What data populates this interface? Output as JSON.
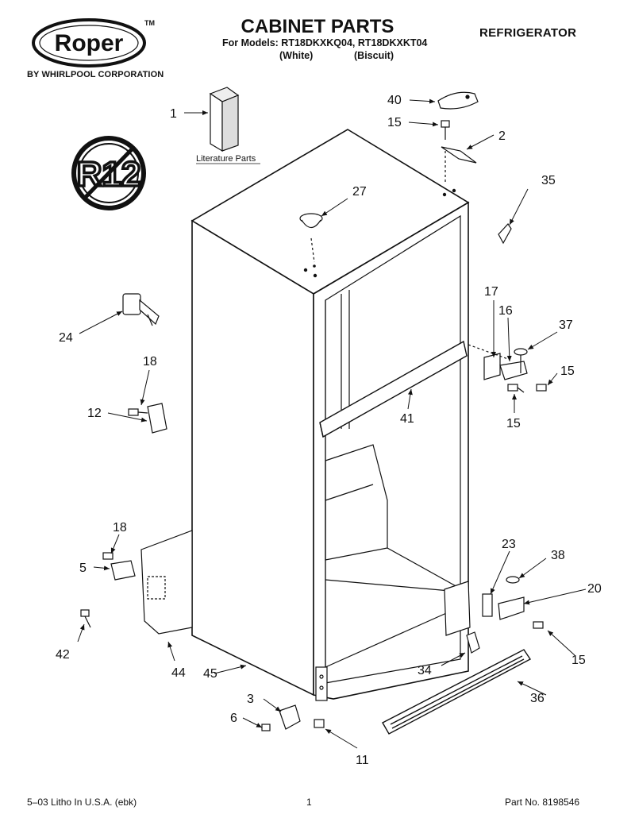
{
  "header": {
    "brand": "Roper",
    "trademark": "TM",
    "brand_subtitle": "BY WHIRLPOOL CORPORATION",
    "title": "CABINET PARTS",
    "models": "For Models: RT18DKXKQ04, RT18DKXKT04",
    "variant_1": "(White)",
    "variant_2": "(Biscuit)",
    "appliance": "REFRIGERATOR"
  },
  "badge": {
    "text": "R12"
  },
  "labels": {
    "literature": "Literature Parts"
  },
  "callouts": {
    "p1": "1",
    "p40": "40",
    "p15a": "15",
    "p2": "2",
    "p27": "27",
    "p35": "35",
    "p24": "24",
    "p17": "17",
    "p16": "16",
    "p37": "37",
    "p15b": "15",
    "p18a": "18",
    "p12": "12",
    "p41": "41",
    "p15c": "15",
    "p18b": "18",
    "p5": "5",
    "p23": "23",
    "p38": "38",
    "p20": "20",
    "p42": "42",
    "p44": "44",
    "p45": "45",
    "p34": "34",
    "p15d": "15",
    "p3": "3",
    "p36": "36",
    "p6": "6",
    "p11": "11"
  },
  "footer": {
    "left": "5–03 Litho In U.S.A. (ebk)",
    "page": "1",
    "part_no": "Part No. 8198546"
  }
}
